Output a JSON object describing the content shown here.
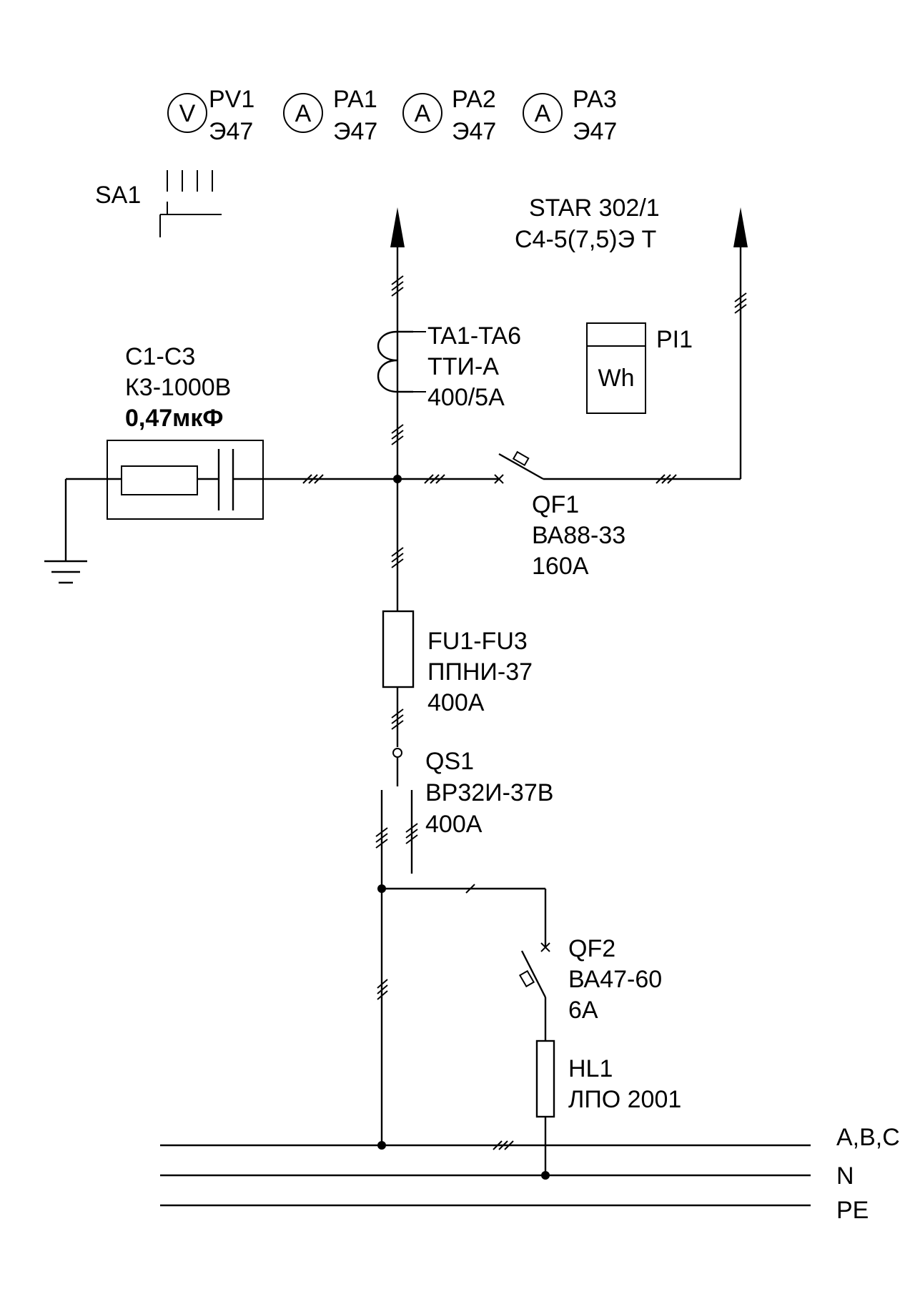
{
  "instruments": [
    {
      "symbol": "V",
      "tag": "PV1",
      "type": "Э47"
    },
    {
      "symbol": "A",
      "tag": "PA1",
      "type": "Э47"
    },
    {
      "symbol": "A",
      "tag": "PA2",
      "type": "Э47"
    },
    {
      "symbol": "A",
      "tag": "PA3",
      "type": "Э47"
    }
  ],
  "switch_sa1": {
    "tag": "SA1"
  },
  "meter": {
    "model": "STAR 302/1",
    "spec": "С4-5(7,5)Э Т",
    "tag": "PI1",
    "symbol": "Wh"
  },
  "current_transformer": {
    "tag": "TA1-TA6",
    "type": "ТТИ-А",
    "ratio": "400/5А"
  },
  "capacitor": {
    "tag": "С1-С3",
    "type": "К3-1000В",
    "value": "0,47мкФ"
  },
  "breaker_qf1": {
    "tag": "QF1",
    "type": "ВА88-33",
    "rating": "160А"
  },
  "fuse": {
    "tag": "FU1-FU3",
    "type": "ППНИ-37",
    "rating": "400А"
  },
  "disconnector": {
    "tag": "QS1",
    "type": "ВР32И-37В",
    "rating": "400А"
  },
  "breaker_qf2": {
    "tag": "QF2",
    "type": "ВА47-60",
    "rating": "6А"
  },
  "lamp": {
    "tag": "HL1",
    "type": "ЛПО 2001"
  },
  "buses": {
    "phases": "A,B,C",
    "neutral": "N",
    "protective": "PE"
  }
}
